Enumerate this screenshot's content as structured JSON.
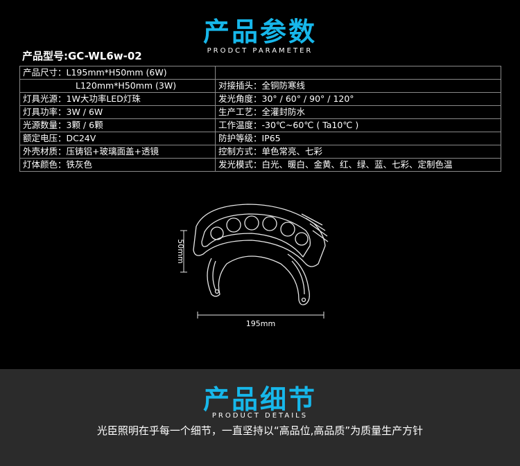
{
  "parameters": {
    "title": "产品参数",
    "subtitle": "PRODCT PARAMETER",
    "model": "产品型号:GC-WL6w-02",
    "rows": [
      [
        "产品尺寸：L195mm*H50mm (6W)",
        ""
      ],
      [
        "L120mm*H50mm (3W)",
        "对接插头：全铜防寒线"
      ],
      [
        "灯具光源：1W大功率LED灯珠",
        "发光角度：30° / 60° / 90° / 120°"
      ],
      [
        "灯具功率：3W / 6W",
        "生产工艺：全灌封防水"
      ],
      [
        "光源数量：3颗 / 6颗",
        "工作温度：-30℃~60℃ ( Ta10℃ )"
      ],
      [
        "额定电压：DC24V",
        "防护等级：IP65"
      ],
      [
        "外壳材质：压铸铝+玻璃面盖+透镜",
        "控制方式：单色常亮、七彩"
      ],
      [
        "灯体颜色：铁灰色",
        "发光模式：白光、暖白、金黄、红、绿、蓝、七彩、定制色温"
      ]
    ]
  },
  "drawing": {
    "height_label": "50mm",
    "width_label": "195mm"
  },
  "details": {
    "title": "产品细节",
    "subtitle": "PRODUCT DETAILS",
    "slogan": "光臣照明在乎每一个细节，一直坚持以“高品位,高品质”为质量生产方针"
  },
  "colors": {
    "accent": "#17b7ea",
    "background": "#000000",
    "band": "#2b2b2b",
    "border": "#8a8a8a"
  }
}
